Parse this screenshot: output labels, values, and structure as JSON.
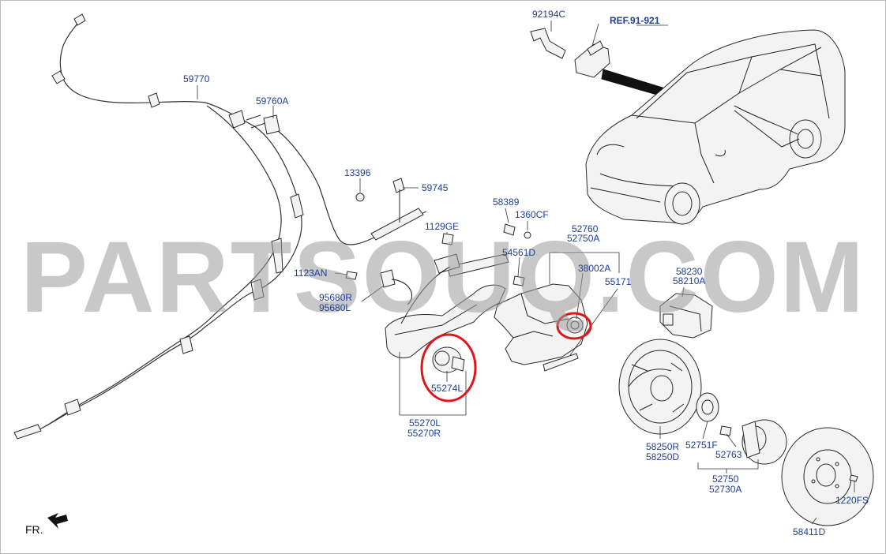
{
  "watermark": "PARTSOUQ.COM",
  "orientation_label": "FR.",
  "reference": "REF.91-921",
  "labels": {
    "l92194C": "92194C",
    "l59770": "59770",
    "l59760A": "59760A",
    "l13396": "13396",
    "l59745": "59745",
    "l58389": "58389",
    "l1360CF": "1360CF",
    "l52760": "52760",
    "l52750A_top": "52750A",
    "l1129GE": "1129GE",
    "l54561D": "54561D",
    "l38002A": "38002A",
    "l55171": "55171",
    "l58230": "58230",
    "l58210A": "58210A",
    "l1123AN": "1123AN",
    "l95680R": "95680R",
    "l95680L": "95680L",
    "l55274L": "55274L",
    "l55270L": "55270L",
    "l55270R": "55270R",
    "l58250R": "58250R",
    "l58250D": "58250D",
    "l52751F": "52751F",
    "l52763": "52763",
    "l52750": "52750",
    "l52730A": "52730A",
    "l1220FS": "1220FS",
    "l58411D": "58411D"
  },
  "highlight_color": "#e0161b"
}
